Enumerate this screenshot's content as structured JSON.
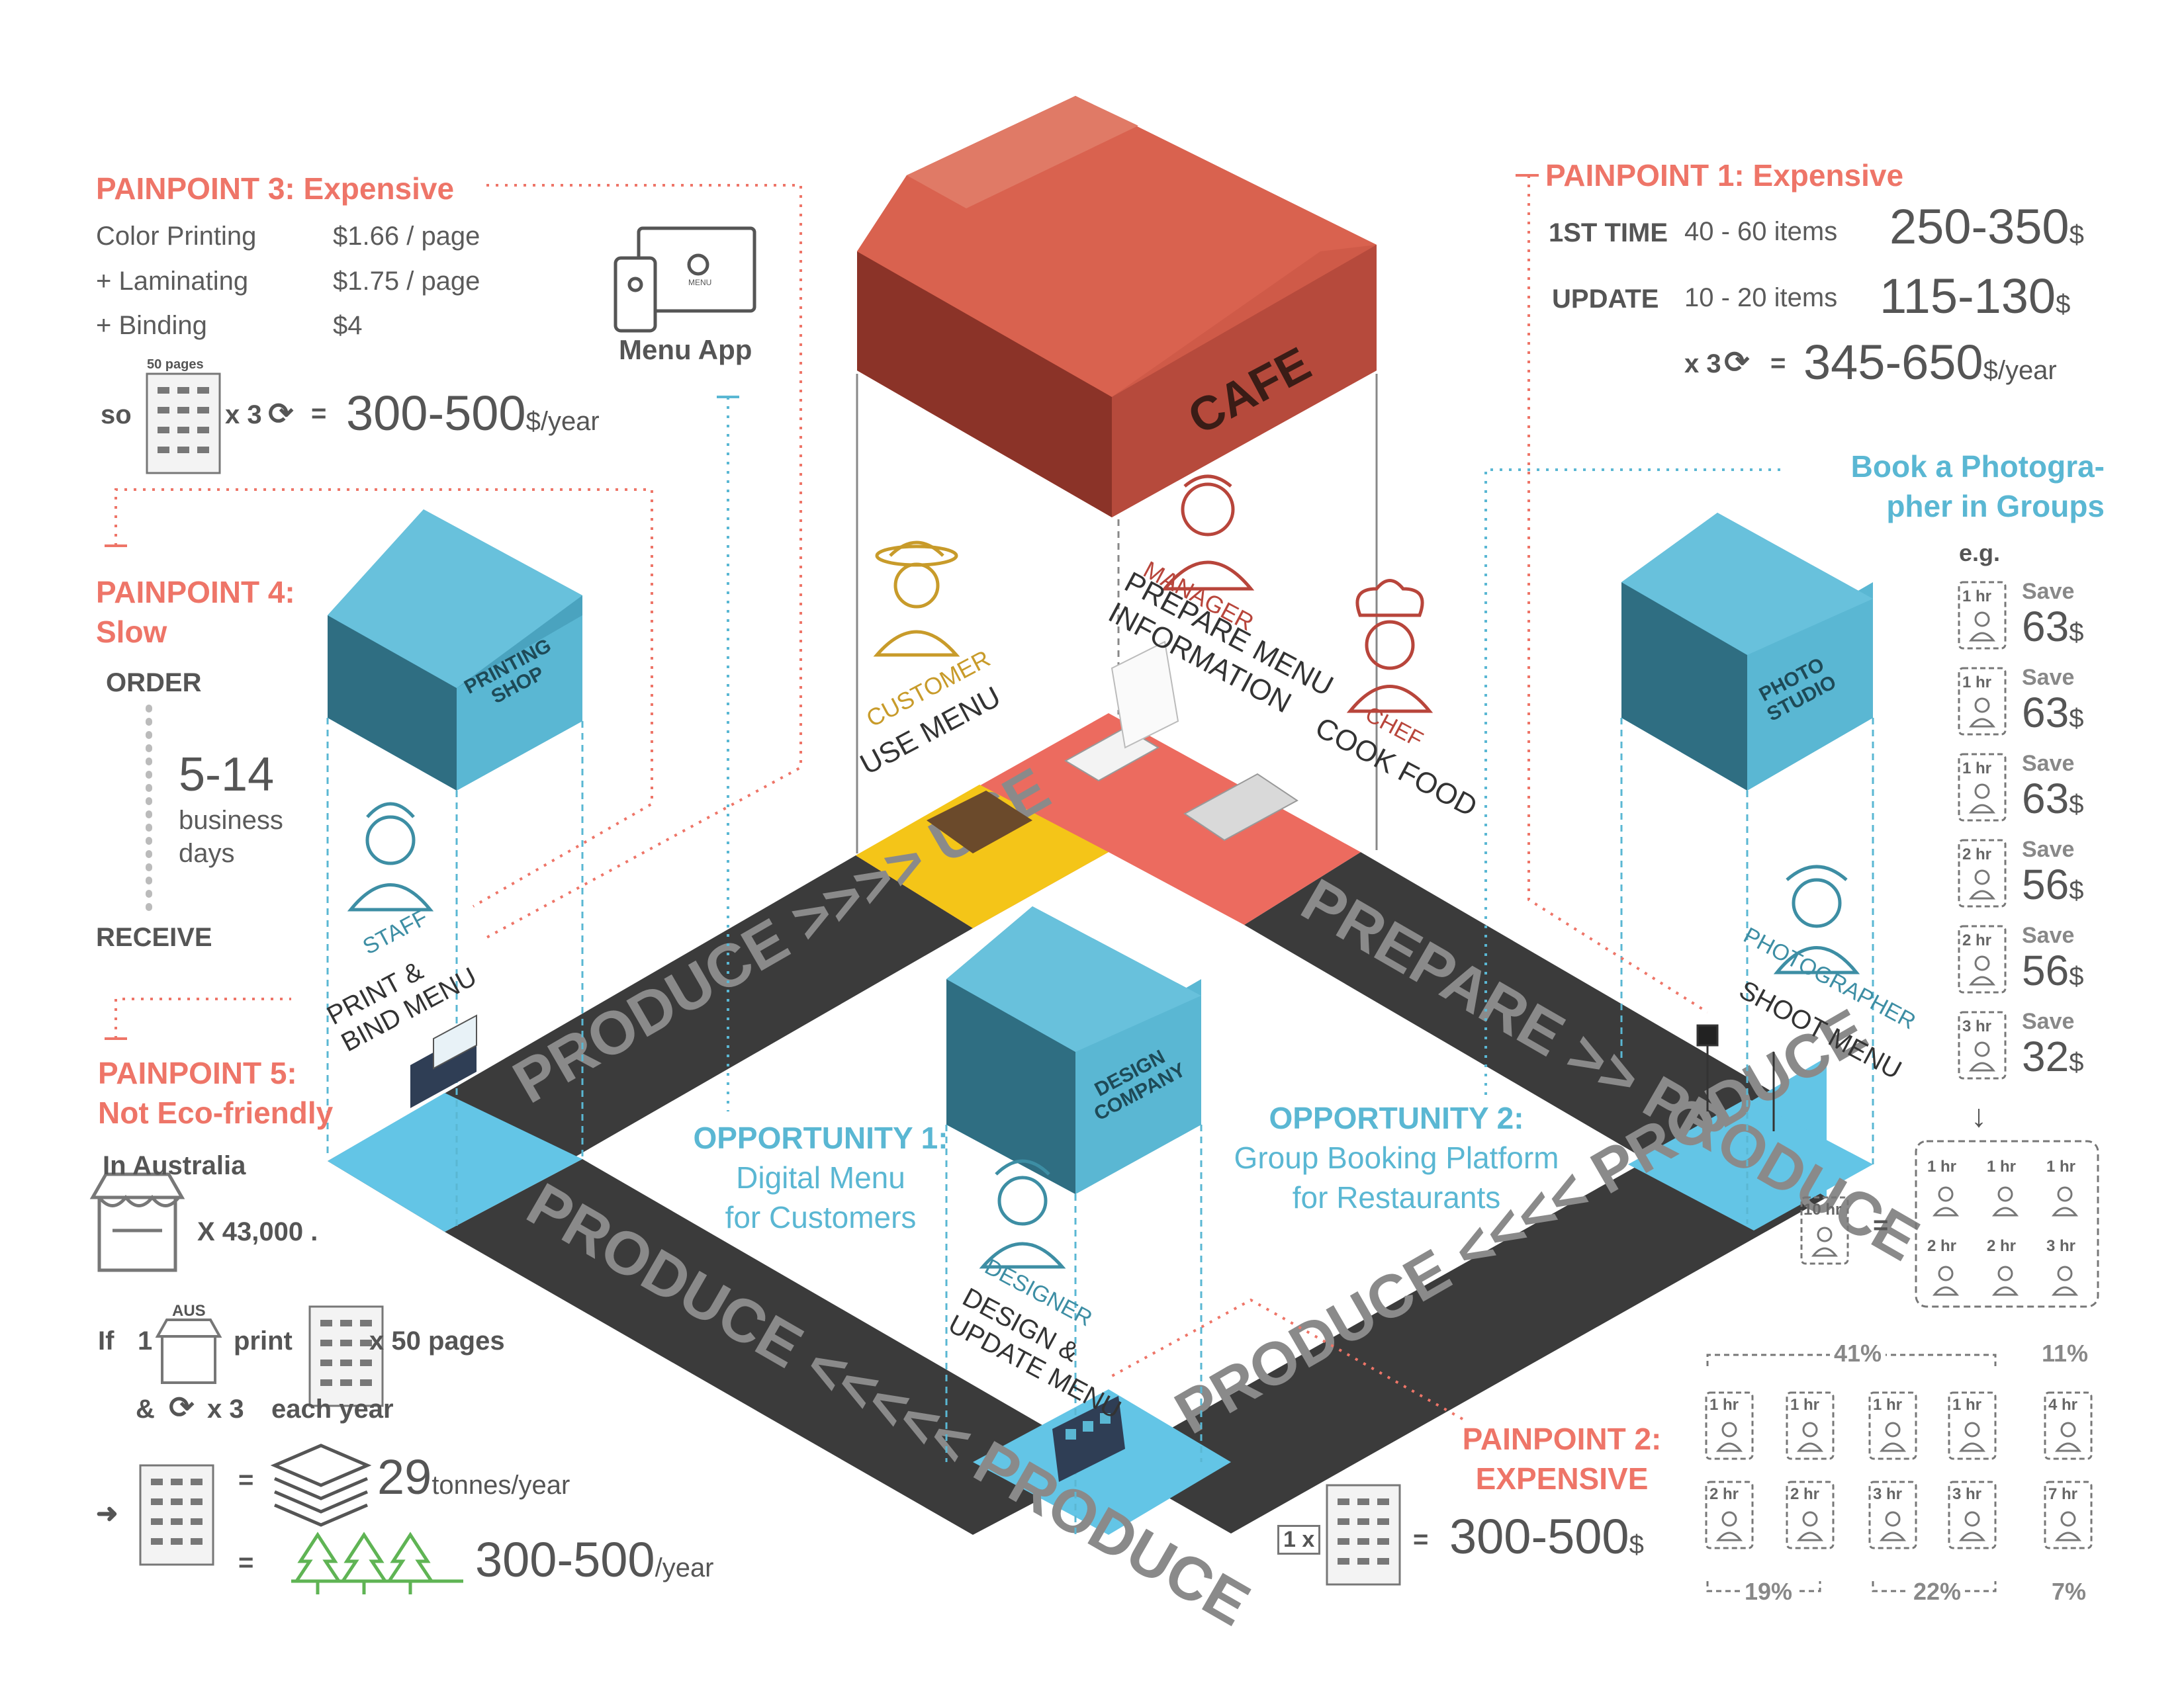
{
  "cafe": {
    "label": "CAFE"
  },
  "buildings": {
    "printing_shop": "PRINTING SHOP",
    "photo_studio": "PHOTO STUDIO",
    "design_company": "DESIGN COMPANY"
  },
  "roles": {
    "manager": {
      "role": "MANAGER",
      "action_1": "PREPARE MENU",
      "action_2": "INFORMATION"
    },
    "chef": {
      "role": "CHEF",
      "action": "COOK FOOD"
    },
    "customer": {
      "role": "CUSTOMER",
      "action": "USE MENU"
    },
    "staff": {
      "role": "STAFF",
      "action_1": "PRINT &",
      "action_2": "BIND MENU"
    },
    "photographer": {
      "role": "PHOTOGRAPHER",
      "action": "SHOOT MENU"
    },
    "designer": {
      "role": "DESIGNER",
      "action_1": "DESIGN &",
      "action_2": "UPDATE MENU"
    }
  },
  "roads": {
    "top_left": "PRODUCE >>>> USE",
    "top_right": "PREPARE >> PRODUCE",
    "bottom_left": "PRODUCE <<<<< PRODUCE",
    "bottom_right": "PRODUCE <<<< PRODUCE"
  },
  "painpoint3": {
    "title": "PAINPOINT 3: Expensive",
    "rows": [
      {
        "item": "Color Printing",
        "price": "$1.66 / page"
      },
      {
        "item": "+ Laminating",
        "price": "$1.75 / page"
      },
      {
        "item": "+ Binding",
        "price": "$4"
      }
    ],
    "pages_label": "50 pages",
    "so": "so",
    "times": "x 3",
    "equals": "=",
    "total": "300-500",
    "total_unit": "$/year"
  },
  "menu_app": {
    "label": "Menu App",
    "screen_label": "MENU"
  },
  "painpoint1": {
    "title": "PAINPOINT 1: Expensive",
    "rows": [
      {
        "label": "1ST TIME",
        "items": "40 - 60 items",
        "value": "250-350",
        "unit": "$"
      },
      {
        "label": "UPDATE",
        "items": "10 - 20 items",
        "value": "115-130",
        "unit": "$"
      }
    ],
    "times": "x 3",
    "equals": "=",
    "total": "345-650",
    "total_unit": "$/year"
  },
  "painpoint4": {
    "title_1": "PAINPOINT 4:",
    "title_2": "Slow",
    "order": "ORDER",
    "days": "5-14",
    "days_unit_1": "business",
    "days_unit_2": "days",
    "receive": "RECEIVE"
  },
  "painpoint5": {
    "title_1": "PAINPOINT 5:",
    "title_2": "Not Eco-friendly",
    "in_australia": "In Australia",
    "count": "X 43,000 .",
    "if": "If",
    "one": "1",
    "aus": "AUS",
    "print": "print",
    "pages": "x 50 pages",
    "amp": "&",
    "times3": "x 3",
    "each_year": "each year",
    "arrow": "➜",
    "equals": "=",
    "tonnes": "29",
    "tonnes_unit": "tonnes/year",
    "trees": "300-500",
    "trees_unit": "/year"
  },
  "painpoint2": {
    "title_1": "PAINPOINT 2:",
    "title_2": "EXPENSIVE",
    "one_x": "1 x",
    "equals": "=",
    "value": "300-500",
    "unit": "$"
  },
  "opportunity1": {
    "title": "OPPORTUNITY 1:",
    "line_1": "Digital Menu",
    "line_2": "for Customers"
  },
  "opportunity2": {
    "title": "OPPORTUNITY 2:",
    "line_1": "Group Booking Platform",
    "line_2": "for Restaurants"
  },
  "book_photographer": {
    "title_1": "Book a Photogra-",
    "title_2": "pher in Groups",
    "eg": "e.g.",
    "save_label": "Save",
    "save_unit": "$",
    "items": [
      {
        "hours": "1 hr",
        "save": "63"
      },
      {
        "hours": "1 hr",
        "save": "63"
      },
      {
        "hours": "1 hr",
        "save": "63"
      },
      {
        "hours": "2 hr",
        "save": "56"
      },
      {
        "hours": "2 hr",
        "save": "56"
      },
      {
        "hours": "3 hr",
        "save": "32"
      }
    ],
    "arrow": "↓",
    "total_hours": "10 hr",
    "equals": "=",
    "group": [
      "1 hr",
      "1 hr",
      "1 hr",
      "2 hr",
      "2 hr",
      "3 hr"
    ]
  },
  "distribution": {
    "pct_41": "41%",
    "pct_11": "11%",
    "pct_19": "19%",
    "pct_22": "22%",
    "pct_7": "7%",
    "row1": [
      "1 hr",
      "1 hr",
      "1 hr",
      "1 hr",
      "4 hr"
    ],
    "row2": [
      "2 hr",
      "2 hr",
      "3 hr",
      "3 hr",
      "7 hr"
    ]
  },
  "colors": {
    "salmon": "#ee7568",
    "blue": "#5ab7d3",
    "teal": "#3d8ea4",
    "cafe_red": "#cf5a48",
    "yellow": "#f4c518",
    "road": "#3b3b3b"
  }
}
